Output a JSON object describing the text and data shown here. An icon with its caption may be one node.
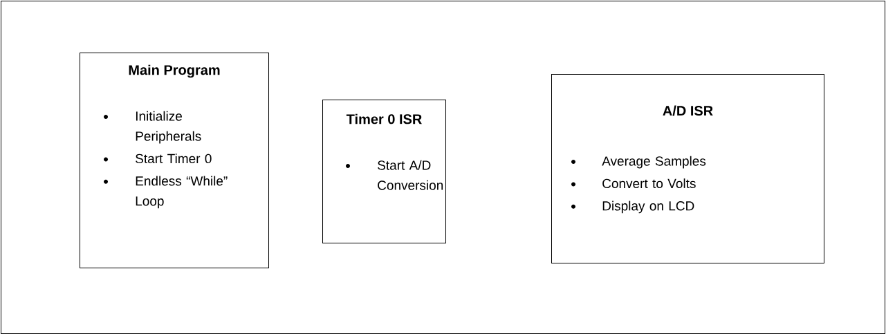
{
  "diagram": {
    "nodes": [
      {
        "text": [],
        "shape": "box"
      },
      {
        "text": [
          "Main Program",
          "Initialize Peripherals",
          "Start Timer 0",
          "Endless “While” Loop"
        ],
        "in": 0
      },
      {
        "text": [
          "Timer 0 ISR",
          "Start A/D Conversion"
        ],
        "in": 0
      },
      {
        "text": [
          "A/D ISR",
          "Average Samples",
          "Convert to Volts",
          "Display on LCD"
        ],
        "in": 0
      }
    ]
  }
}
